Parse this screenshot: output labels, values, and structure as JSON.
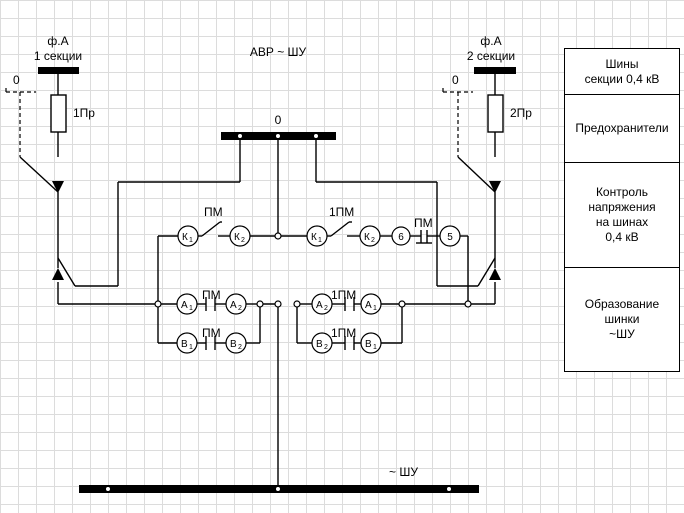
{
  "title": "АВР ~ ШУ",
  "left_feeder": {
    "phase": "ф.А",
    "section": "1 секции",
    "fuse": "1Пр",
    "switch_mark": "0"
  },
  "right_feeder": {
    "phase": "ф.А",
    "section": "2 секции",
    "fuse": "2Пр",
    "switch_mark": "0"
  },
  "zero_bus_label": "0",
  "shu_bus_label": "~ ШУ",
  "control_row": {
    "pm_label": "ПМ",
    "pm1_label": "1ПМ",
    "pm_contact_label": "ПМ",
    "terminals": {
      "k1": "К",
      "k2": "К",
      "num6": "6",
      "num5": "5"
    },
    "sub": {
      "one": "1",
      "two": "2"
    }
  },
  "phase_rows": {
    "pm_label": "ПМ",
    "pm1_label": "1ПМ",
    "a": "А",
    "b": "В"
  },
  "legend": [
    "Шины\nсекции 0,4 кВ",
    "Предохранители",
    "Контроль\nнапряжения\nна шинах\n0,4 кВ",
    "Образование\nшинки\n~ШУ"
  ]
}
